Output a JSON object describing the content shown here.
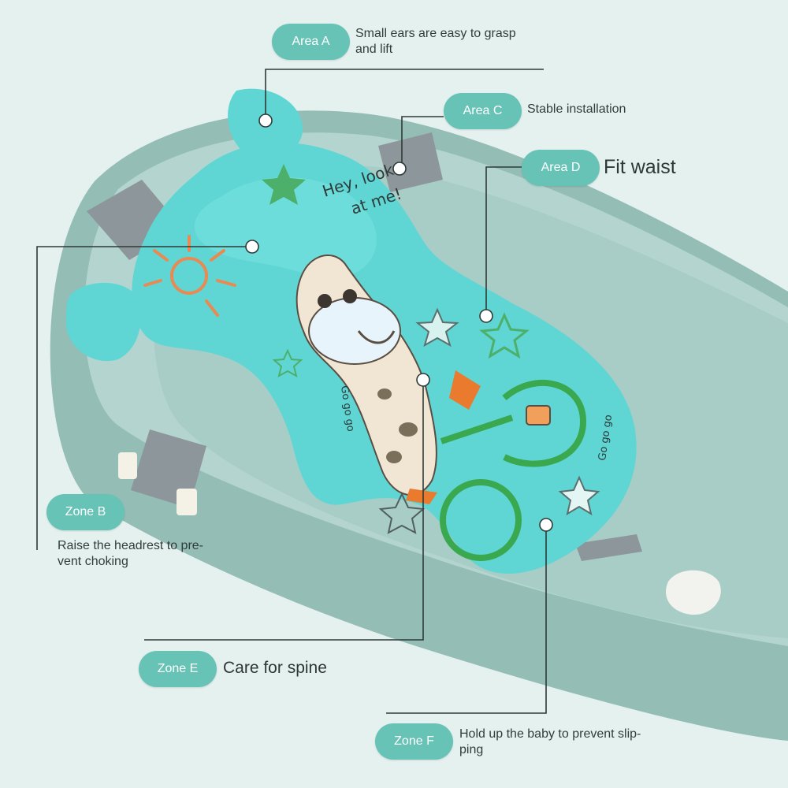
{
  "colors": {
    "background": "#e4f1ef",
    "pill": "#66c3b6",
    "tub": "#93bdb5",
    "pad": "#5fd6d4",
    "callout_line": "#2f3a38",
    "dot": "#ffffff"
  },
  "pad_print": {
    "tagline_line1": "Hey, look",
    "tagline_line2": "at me!",
    "go_left": "Go go go",
    "go_right": "Go go go"
  },
  "callouts": [
    {
      "label": "Area A",
      "text_lines": [
        "Small ears are easy to grasp",
        "and lift"
      ]
    },
    {
      "label": "Area C",
      "text_lines": [
        "Stable installation"
      ]
    },
    {
      "label": "Area D",
      "text_lines": [
        "Fit waist"
      ]
    },
    {
      "label": "Zone B",
      "text_lines": [
        "Raise the headrest to pre-",
        "vent choking"
      ]
    },
    {
      "label": "Zone E",
      "text_lines": [
        "Care for spine"
      ]
    },
    {
      "label": "Zone F",
      "text_lines": [
        "Hold up the baby to prevent slip-",
        "ping"
      ]
    }
  ]
}
